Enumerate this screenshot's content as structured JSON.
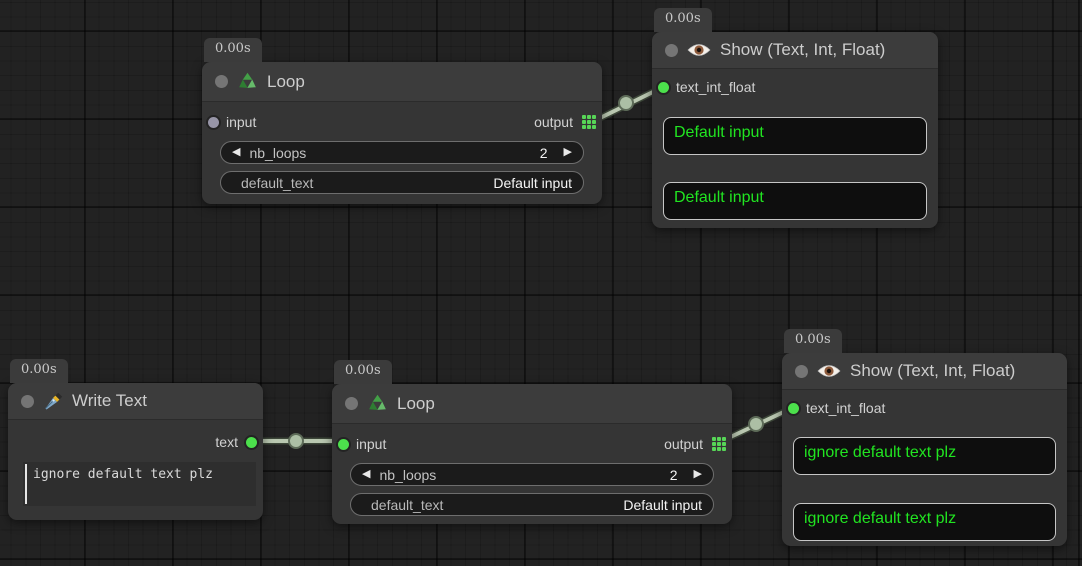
{
  "canvas": {
    "background": "#222222",
    "grid_line_color": "#1a1a1a"
  },
  "colors": {
    "node_background": "#353535",
    "link": "#b9c7b0",
    "slot_connected": "#4ce04c",
    "slot_unconnected": "#9795a7",
    "display_text_green": "#21e421",
    "widget_value_text": "#f4f4f4",
    "output_grid_icon_green": "#57d657"
  },
  "icons": {
    "loop": "recycle-icon",
    "show": "eye-icon",
    "write": "pen-icon",
    "output_slot": "grid-output-icon"
  },
  "nodes": {
    "loop1": {
      "timer": "0.00s",
      "title": "Loop",
      "input_label": "input",
      "output_label": "output",
      "widgets": {
        "nb_loops": {
          "label": "nb_loops",
          "value": "2"
        },
        "default_text": {
          "label": "default_text",
          "value": "Default input"
        }
      }
    },
    "show1": {
      "timer": "0.00s",
      "title": "Show (Text, Int, Float)",
      "input_label": "text_int_float",
      "texts": [
        "Default input",
        "Default input"
      ]
    },
    "write1": {
      "timer": "0.00s",
      "title": "Write Text",
      "output_label": "text",
      "textarea_value": "ignore default text plz"
    },
    "loop2": {
      "timer": "0.00s",
      "title": "Loop",
      "input_label": "input",
      "output_label": "output",
      "widgets": {
        "nb_loops": {
          "label": "nb_loops",
          "value": "2"
        },
        "default_text": {
          "label": "default_text",
          "value": "Default input"
        }
      }
    },
    "show2": {
      "timer": "0.00s",
      "title": "Show (Text, Int, Float)",
      "input_label": "text_int_float",
      "texts": [
        "ignore default text plz",
        "ignore default text plz"
      ]
    }
  }
}
